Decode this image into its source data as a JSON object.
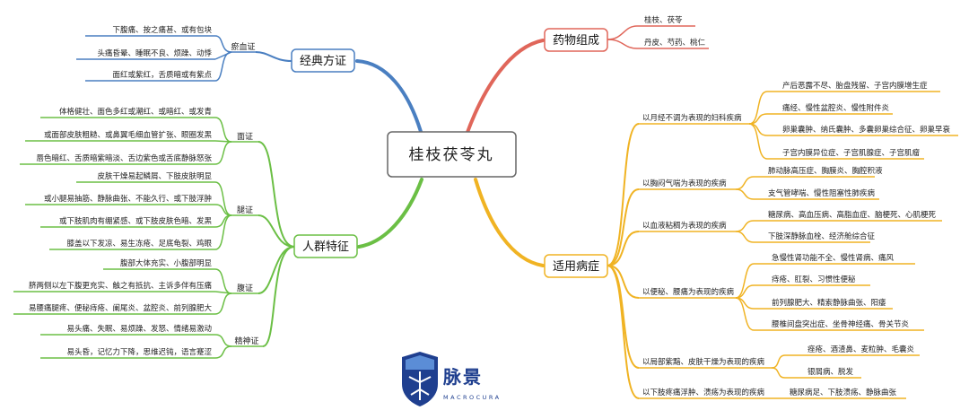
{
  "center": "桂枝茯苓丸",
  "colors": {
    "blue": "#4a7fc1",
    "red": "#e0665a",
    "green": "#6bbf45",
    "orange": "#f0b323",
    "logo": "#1f3f8f"
  },
  "branches": {
    "classic": {
      "label": "经典方证",
      "sub": "瘀血证",
      "leaves": [
        "下腹痛、按之痛甚、或有包块",
        "头痛昏晕、睡眠不良、烦躁、动悸",
        "面红或紫红，舌质暗或有紫点"
      ]
    },
    "medicine": {
      "label": "药物组成",
      "leaves": [
        "桂枝、茯苓",
        "丹皮、芍药、桃仁"
      ]
    },
    "population": {
      "label": "人群特征",
      "groups": [
        {
          "label": "面证",
          "leaves": [
            "体格健壮、面色多红或潮红、或暗红、或发青",
            "或面部皮肤粗糙、或鼻翼毛细血管扩张、眼圈发黑",
            "唇色暗红、舌质暗紫暗淡、舌边紫色或舌底静脉怒张"
          ]
        },
        {
          "label": "腿证",
          "leaves": [
            "皮肤干燥易起鳞屑、下肢皮肤明显",
            "或小腿易抽筋、静脉曲张、不能久行、或下肢浮肿",
            "或下肢肌肉有绷紧感、或下肢皮肤色暗、发黑",
            "膝盖以下发凉、易生冻疮、足底龟裂、鸡眼"
          ]
        },
        {
          "label": "腹证",
          "leaves": [
            "腹部大体充实、小腹部明显",
            "脐两侧以左下腹更充实、触之有抵抗、主诉多伴有压痛",
            "易腰痛腿疼、便秘痔疮、阑尾炎、盆腔炎、前列腺肥大"
          ]
        },
        {
          "label": "精神证",
          "leaves": [
            "易头痛、失眠、易烦躁、发怒、情绪易激动",
            "易头昏，记忆力下降，思维迟钝，语言蹇涩"
          ]
        }
      ]
    },
    "indications": {
      "label": "适用病症",
      "groups": [
        {
          "label": "以月经不调为表现的妇科疾病",
          "leaves": [
            "产后恶露不尽、胎盘残留、子宫内膜增生症",
            "痛经、慢性盆腔炎、慢性附件炎",
            "卵巢囊肿、纳氏囊肿、多囊卵巢综合征、卵巢早衰",
            "子宫内膜异位症、子宫肌腺症、子宫肌瘤"
          ]
        },
        {
          "label": "以胸闷气喘为表现的疾病",
          "leaves": [
            "肺动脉高压症、胸膜炎、胸腔积液",
            "支气管哮喘、慢性阻塞性肺疾病"
          ]
        },
        {
          "label": "以血液粘稠为表现的疾病",
          "leaves": [
            "糖尿病、高血压病、高脂血症、脑梗死、心肌梗死",
            "下肢深静脉血栓、经济舱综合征"
          ]
        },
        {
          "label": "以便秘、腰痛为表现的疾病",
          "leaves": [
            "急慢性肾功能不全、慢性肾病、痛风",
            "痔疮、肛裂、习惯性便秘",
            "前列腺肥大、精索静脉曲张、阳痿",
            "腰椎间盘突出症、坐骨神经痛、骨关节炎"
          ]
        },
        {
          "label": "以局部紫黯、皮肤干燥为表现的疾病",
          "leaves": [
            "痤疮、酒渣鼻、麦粒肿、毛囊炎",
            "银屑病、脱发"
          ]
        },
        {
          "label": "以下肢疼痛浮肿、溃疡为表现的疾病",
          "leaves": [
            "糖尿病足、下肢溃疡、静脉曲张"
          ]
        }
      ]
    }
  },
  "logo": {
    "name": "脉景",
    "sub": "MACROCURA",
    "icon": "tree-shield-icon"
  }
}
